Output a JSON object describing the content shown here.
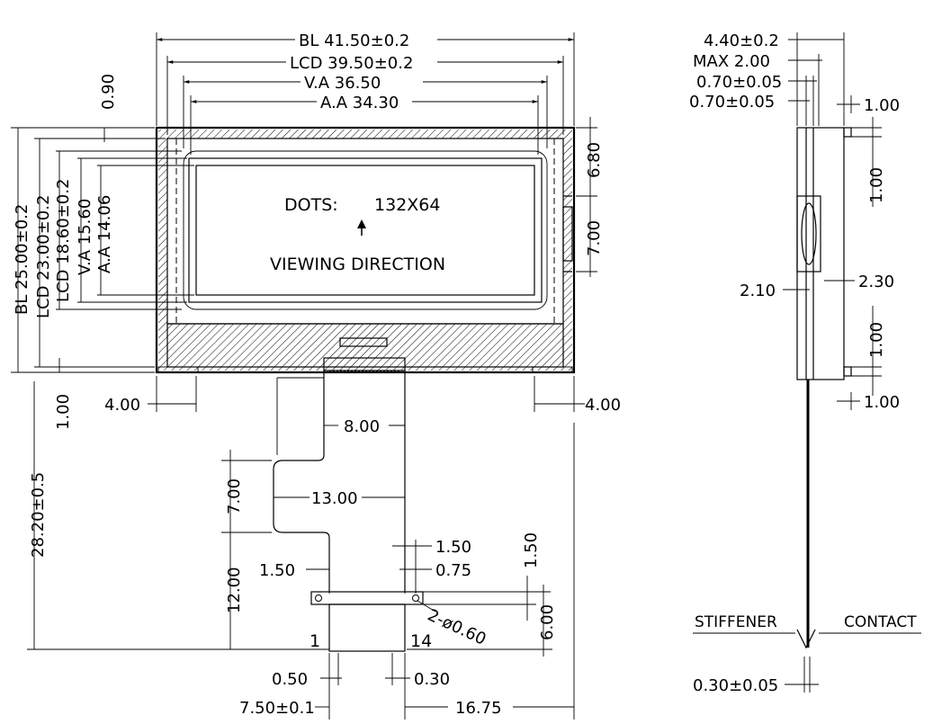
{
  "front": {
    "dim_bl_w": "BL  41.50±0.2",
    "dim_lcd_w": "LCD  39.50±0.2",
    "dim_va_w": "V.A  36.50",
    "dim_aa_w": "A.A  34.30",
    "dim_top": "0.90",
    "dim_bl_h": "BL  25.00±0.2",
    "dim_lcd_h": "LCD  23.00±0.2",
    "dim_lcd_h2": "LCD  18.60±0.2",
    "dim_va_h": "V.A  15.60",
    "dim_aa_h": "A.A  14.06",
    "dim_r1": "6.80",
    "dim_r2": "7.00",
    "dim_bl4": "4.00",
    "dim_br4": "4.00",
    "dim_1": "1.00",
    "dim_2820": "28.20±0.5",
    "dots_label": "DOTS:",
    "dots_value": "132X64",
    "viewing": "VIEWING  DIRECTION",
    "fpc_8": "8.00",
    "fpc_13": "13.00",
    "fpc_7": "7.00",
    "fpc_12": "12.00",
    "fpc_150a": "1.50",
    "fpc_150b": "1.50",
    "fpc_075": "0.75",
    "fpc_150v": "1.50",
    "fpc_6": "6.00",
    "fpc_holes": "2-ø0.60",
    "pin_first": "1",
    "pin_last": "14",
    "fpc_050": "0.50",
    "fpc_030": "0.30",
    "fpc_750": "7.50±0.1",
    "fpc_1675": "16.75"
  },
  "side": {
    "d_440": "4.40±0.2",
    "d_max": "MAX  2.00",
    "d_070a": "0.70±0.05",
    "d_070b": "0.70±0.05",
    "d_100a": "1.00",
    "d_100b": "1.00",
    "d_210": "2.10",
    "d_230": "2.30",
    "d_100c": "1.00",
    "d_100d": "1.00",
    "stiffener": "STIFFENER",
    "contact": "CONTACT",
    "d_030": "0.30±0.05"
  }
}
